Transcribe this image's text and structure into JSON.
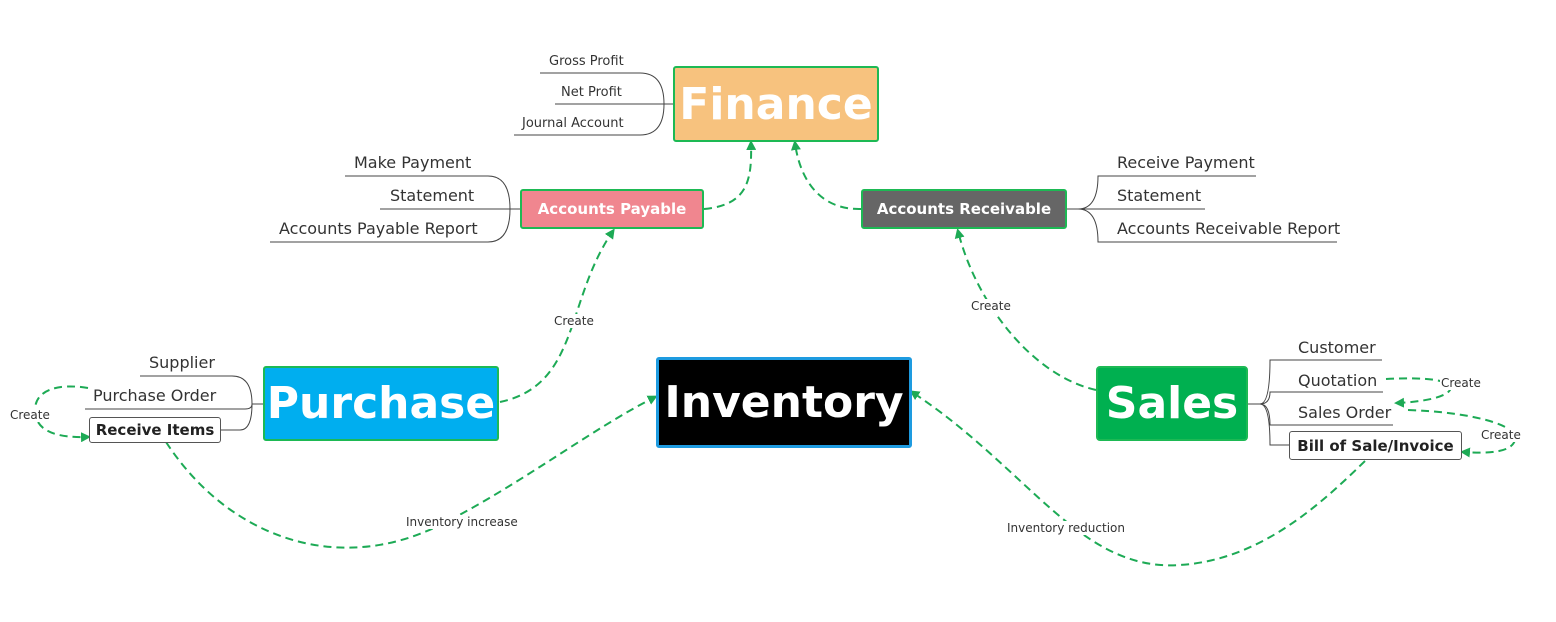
{
  "colors": {
    "finance_fill": "#F7C27E",
    "payable_fill": "#F0868F",
    "receivable_fill": "#666666",
    "purchase_fill": "#00AEEF",
    "inventory_fill": "#000000",
    "inventory_border": "#1E9BE0",
    "sales_fill": "#00B050",
    "node_border": "#1DB954",
    "connector": "#1DAA55"
  },
  "nodes": {
    "finance": "Finance",
    "accounts_payable": "Accounts Payable",
    "accounts_receivable": "Accounts Receivable",
    "purchase": "Purchase",
    "inventory": "Inventory",
    "sales": "Sales"
  },
  "finance_children": [
    "Gross Profit",
    "Net Profit",
    "Journal Account"
  ],
  "payable_children": [
    "Make Payment",
    "Statement",
    "Accounts Payable Report"
  ],
  "receivable_children": [
    "Receive Payment",
    "Statement",
    "Accounts Receivable Report"
  ],
  "purchase_children": [
    "Supplier",
    "Purchase Order",
    "Receive Items"
  ],
  "sales_children": [
    "Customer",
    "Quotation",
    "Sales Order",
    "Bill of Sale/Invoice"
  ],
  "relations": {
    "purchase_create": "Create",
    "payable_create": "Create",
    "receivable_create": "Create",
    "quotation_create": "Create",
    "salesorder_create": "Create",
    "inventory_increase": "Inventory increase",
    "inventory_reduction": "Inventory reduction"
  }
}
